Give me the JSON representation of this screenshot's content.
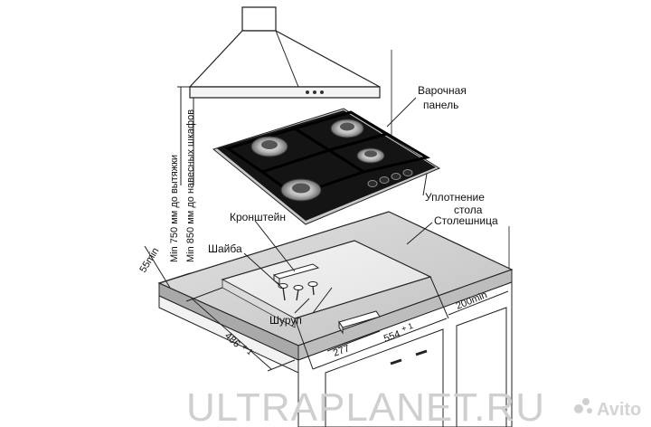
{
  "labels": {
    "cooktop": [
      "Варочная",
      "панель"
    ],
    "seal": [
      "Уплотнение",
      "стола"
    ],
    "countertop": "Столешница",
    "bracket": "Кронштейн",
    "washer": "Шайба",
    "screw": "Шуруп"
  },
  "dimensions": {
    "hood_clearance": "Min 750 мм до вытяжки",
    "cabinet_clearance": "Min 850 мм до навесных шкафов",
    "front_edge": "55min",
    "side_gap": "200min",
    "cutout_depth": "486",
    "cutout_width": "554",
    "tolerance": "+ 1",
    "center_offset": "277"
  },
  "watermark": {
    "site": "ULTRAPLANET.RU",
    "badge": "Avito"
  },
  "colors": {
    "background": "#ffffff",
    "countertop_top": "#d0d0d0",
    "countertop_front": "#b4b4b4",
    "cooktop_glass": "#1a1a1a",
    "line": "#222222"
  }
}
